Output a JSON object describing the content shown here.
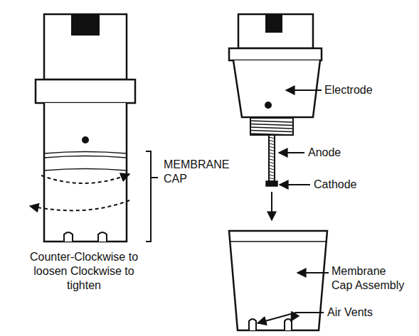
{
  "diagram": {
    "labels": [
      "MEMBRANE CAP",
      "Counter-Clockwise to loosen Clockwise to tighten",
      "Electrode",
      "Anode",
      "Cathode",
      "Membrane Cap Assembly",
      "Air Vents"
    ]
  }
}
